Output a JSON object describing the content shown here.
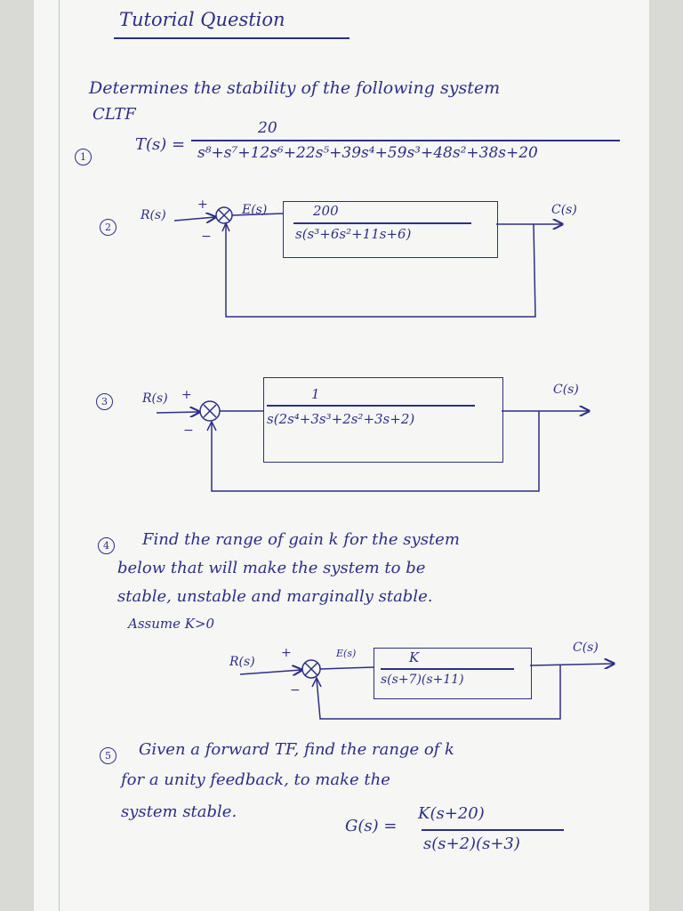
{
  "title": "Tutorial Question",
  "intro": {
    "line1": "Determines the stability of the following system",
    "line2": "CLTF"
  },
  "q1": {
    "num": "1",
    "lhs": "T(s) =",
    "numerator": "20",
    "denominator": "s⁸+s⁷+12s⁶+22s⁵+39s⁴+59s³+48s²+38s+20"
  },
  "q2": {
    "num": "2",
    "input": "R(s)",
    "plus": "+",
    "minus": "−",
    "error": "E(s)",
    "numerator": "200",
    "denominator": "s(s³+6s²+11s+6)",
    "output": "C(s)"
  },
  "q3": {
    "num": "3",
    "input": "R(s)",
    "plus": "+",
    "minus": "−",
    "numerator": "1",
    "denominator": "s(2s⁴+3s³+2s²+3s+2)",
    "output": "C(s)"
  },
  "q4": {
    "num": "4",
    "text1": "Find the range of gain k for the system",
    "text2": "below that will make the system to be",
    "text3": "stable, unstable and marginally stable.",
    "text4": "Assume K>0",
    "input": "R(s)",
    "plus": "+",
    "minus": "−",
    "error": "E(s)",
    "numerator": "K",
    "denominator": "s(s+7)(s+11)",
    "output": "C(s)"
  },
  "q5": {
    "num": "5",
    "text1": "Given a forward TF, find the range of k",
    "text2": "for a unity feedback, to make the",
    "text3": "system stable.",
    "lhs": "G(s) =",
    "numerator": "K(s+20)",
    "denominator": "s(s+2)(s+3)"
  },
  "colors": {
    "ink": "#2c2f86",
    "paper": "#f6f6f4",
    "background": "#d9d9d6"
  }
}
